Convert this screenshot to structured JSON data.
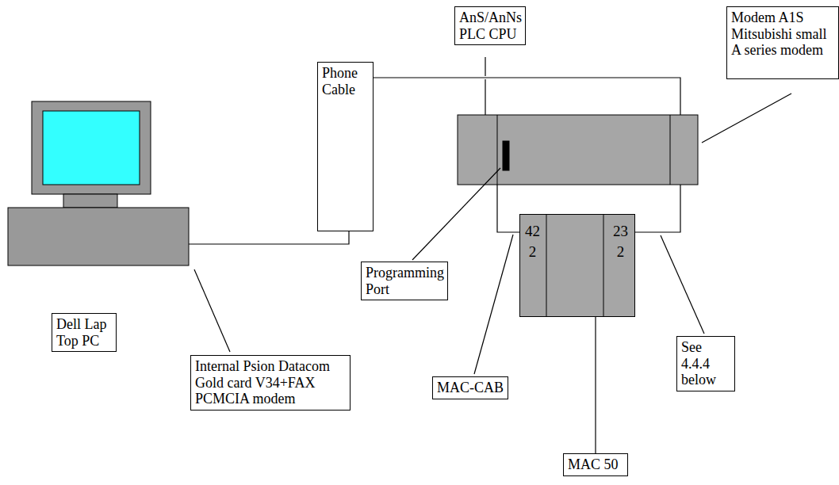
{
  "diagram": {
    "nodes": [
      {
        "text": [
          "AnS/AnNs PLC CPU"
        ]
      },
      {
        "text": [
          "Modem A1S Mitsubishi small A series modem"
        ]
      },
      {
        "text": [
          "Phone Cable"
        ]
      },
      {
        "text": [
          "422",
          "232"
        ]
      },
      {
        "text": [
          "Programming Port"
        ]
      },
      {
        "text": [
          "Dell Lap Top PC"
        ]
      },
      {
        "text": [
          "See 4.4.4 below"
        ]
      },
      {
        "text": [
          "Internal Psion Datacom Gold card V34+FAX PCMCIA modem"
        ]
      },
      {
        "text": [
          "MAC-CAB"
        ]
      },
      {
        "text": [
          "MAC 50"
        ]
      }
    ],
    "edges": [
      {
        "from": 9,
        "to": 3,
        "arrow": "none"
      }
    ]
  }
}
